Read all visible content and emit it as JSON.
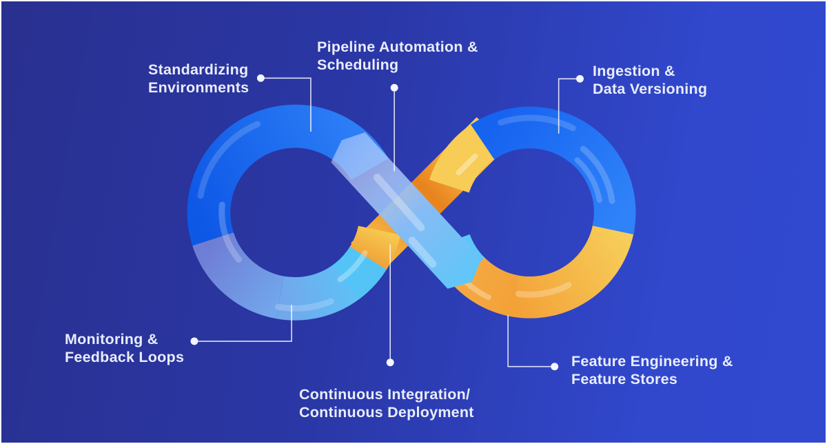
{
  "figure": {
    "type": "mlops-infinity-loop-diagram",
    "background": {
      "gradient_from": "#29308f",
      "gradient_mid": "#2a37a6",
      "gradient_to": "#3049ce",
      "frame_border": "#ffffff"
    },
    "palette": {
      "bright_blue": "#1a6cf3",
      "deep_blue": "#0e58e6",
      "light_blue": "#72a7ec",
      "periwinkle": "#6f7ed5",
      "cyan": "#54c4f7",
      "yellow": "#f7cc57",
      "orange": "#ef9330",
      "dark_orange": "#e8831d",
      "highlight": "rgba(255,255,255,0.25)",
      "connector": "#ffffff",
      "text": "#e9edfa"
    },
    "labels": [
      {
        "id": "standardizing",
        "lines": [
          "Standardizing",
          "Environments"
        ]
      },
      {
        "id": "pipeline",
        "lines": [
          "Pipeline Automation &",
          "Scheduling"
        ]
      },
      {
        "id": "ingestion",
        "lines": [
          "Ingestion &",
          "Data Versioning"
        ]
      },
      {
        "id": "monitoring",
        "lines": [
          "Monitoring &",
          "Feedback Loops"
        ]
      },
      {
        "id": "cicd",
        "lines": [
          "Continuous Integration/",
          "Continuous Deployment"
        ]
      },
      {
        "id": "feature",
        "lines": [
          "Feature Engineering &",
          "Feature Stores"
        ]
      }
    ]
  }
}
